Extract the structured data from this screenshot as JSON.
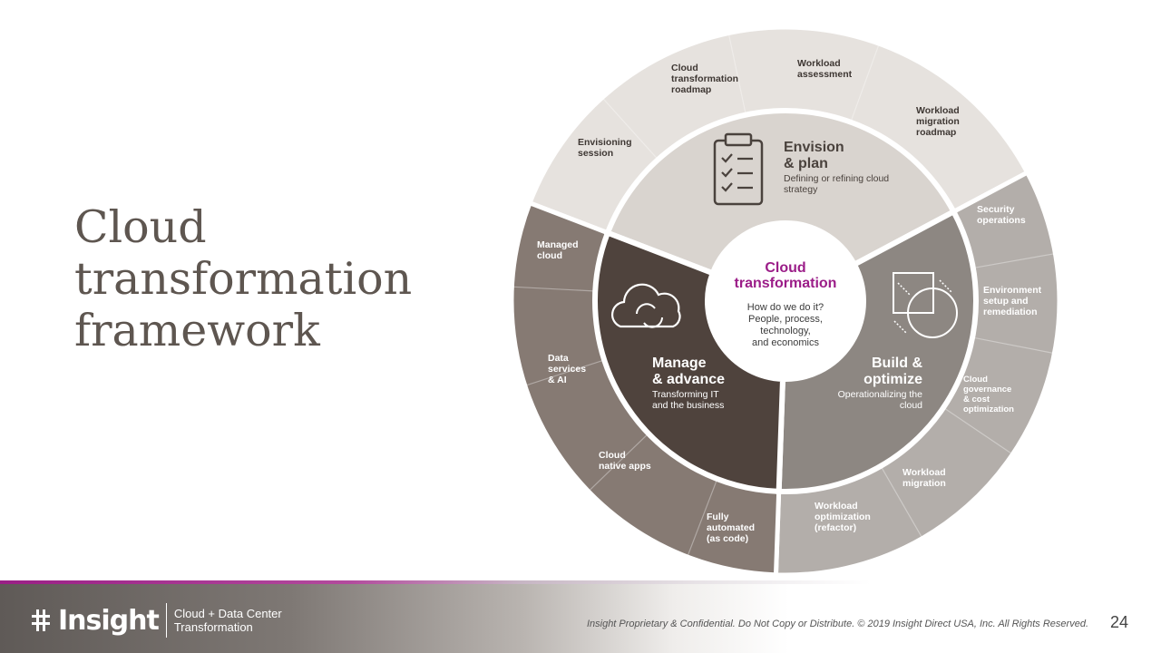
{
  "slide": {
    "title_lines": [
      "Cloud",
      "transformation",
      "framework"
    ],
    "page_number": "24",
    "legal_notice": "Insight Proprietary & Confidential. Do Not Copy or Distribute. © 2019 Insight Direct USA, Inc. All Rights Reserved."
  },
  "brand": {
    "name": "Insight",
    "division_line1": "Cloud + Data Center",
    "division_line2": "Transformation"
  },
  "diagram": {
    "center": {
      "title_lines": [
        "Cloud",
        "transformation"
      ],
      "subtitle_lines": [
        "How do we do it?",
        "People, process,",
        "technology,",
        "and economics"
      ]
    },
    "phases": [
      {
        "id": "envision",
        "title_lines": [
          "Envision",
          "& plan"
        ],
        "desc_lines": [
          "Defining or refining cloud",
          "strategy"
        ],
        "icon": "clipboard-checklist-icon"
      },
      {
        "id": "build",
        "title_lines": [
          "Build &",
          "optimize"
        ],
        "desc_lines": [
          "Operationalizing the",
          "cloud"
        ],
        "icon": "shapes-icon"
      },
      {
        "id": "manage",
        "title_lines": [
          "Manage",
          "& advance"
        ],
        "desc_lines": [
          "Transforming IT",
          "and the business"
        ],
        "icon": "cloud-sync-icon"
      }
    ],
    "outer_services": [
      {
        "phase": "envision",
        "lines": [
          "Envisioning",
          "session"
        ]
      },
      {
        "phase": "envision",
        "lines": [
          "Cloud",
          "transformation",
          "roadmap"
        ]
      },
      {
        "phase": "envision",
        "lines": [
          "Workload",
          "assessment"
        ]
      },
      {
        "phase": "envision",
        "lines": [
          "Workload",
          "migration",
          "roadmap"
        ]
      },
      {
        "phase": "build",
        "lines": [
          "Security",
          "operations"
        ]
      },
      {
        "phase": "build",
        "lines": [
          "Environment",
          "setup and",
          "remediation"
        ]
      },
      {
        "phase": "build",
        "lines": [
          "Cloud",
          "governance",
          "& cost",
          "optimization"
        ]
      },
      {
        "phase": "build",
        "lines": [
          "Workload",
          "migration"
        ]
      },
      {
        "phase": "build",
        "lines": [
          "Workload",
          "optimization",
          "(refactor)"
        ]
      },
      {
        "phase": "manage",
        "lines": [
          "Fully",
          "automated",
          "(as code)"
        ]
      },
      {
        "phase": "manage",
        "lines": [
          "Cloud",
          "native apps"
        ]
      },
      {
        "phase": "manage",
        "lines": [
          "Data",
          "services",
          "& AI"
        ]
      },
      {
        "phase": "manage",
        "lines": [
          "Managed",
          "cloud"
        ]
      }
    ],
    "colors": {
      "accent_magenta": "#9b1d88",
      "envision_inner": "#d9d4cf",
      "envision_outer": "#e6e2de",
      "build_inner": "#8d8782",
      "build_outer": "#b3aeaa",
      "manage_inner": "#4f433d",
      "manage_outer": "#867a73",
      "center_fill": "#ffffff"
    }
  }
}
